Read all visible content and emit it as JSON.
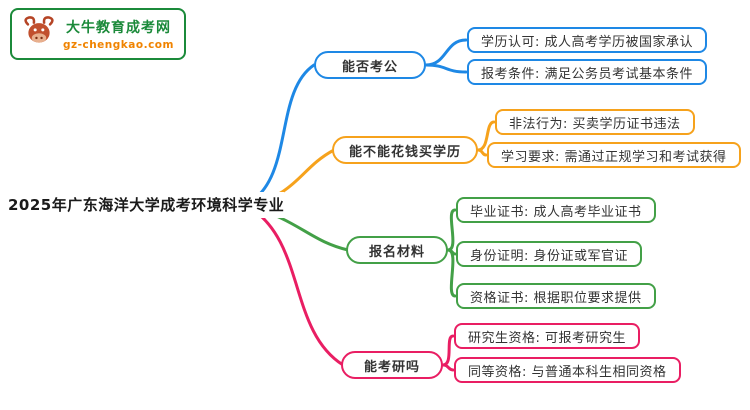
{
  "logo": {
    "title": "大牛教育成考网",
    "url": "gz-chengkao.com",
    "brand_green": "#1b8a3a",
    "brand_orange": "#f08300"
  },
  "root": {
    "label": "2025年广东海洋大学成考环境科学专业"
  },
  "branches": [
    {
      "label": "能否考公",
      "color": "#1e88e5",
      "children": [
        {
          "label": "学历认可: 成人高考学历被国家承认"
        },
        {
          "label": "报考条件: 满足公务员考试基本条件"
        }
      ]
    },
    {
      "label": "能不能花钱买学历",
      "color": "#f6a21c",
      "children": [
        {
          "label": "非法行为: 买卖学历证书违法"
        },
        {
          "label": "学习要求: 需通过正规学习和考试获得"
        }
      ]
    },
    {
      "label": "报名材料",
      "color": "#43a047",
      "children": [
        {
          "label": "毕业证书: 成人高考毕业证书"
        },
        {
          "label": "身份证明: 身份证或军官证"
        },
        {
          "label": "资格证书: 根据职位要求提供"
        }
      ]
    },
    {
      "label": "能考研吗",
      "color": "#e91e63",
      "children": [
        {
          "label": "研究生资格: 可报考研究生"
        },
        {
          "label": "同等资格: 与普通本科生相同资格"
        }
      ]
    }
  ]
}
